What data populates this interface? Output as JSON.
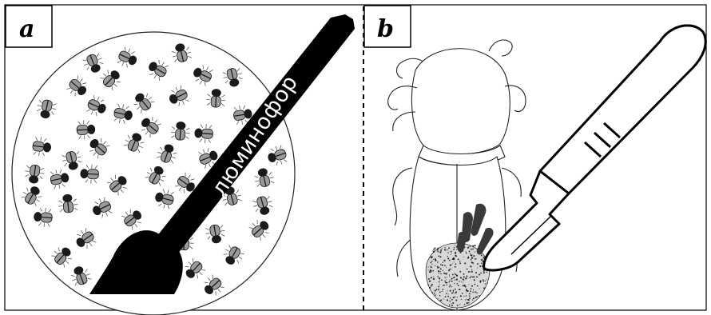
{
  "figure": {
    "panels": [
      {
        "id": "a",
        "label": "a",
        "brush_text": "люминофор"
      },
      {
        "id": "b",
        "label": "b"
      }
    ],
    "beetle_count": 52,
    "colors": {
      "ink": "#000000",
      "beetle_body": "#1a1a1a",
      "beetle_wing": "#9a9a9a",
      "background": "#ffffff",
      "scale_marks": "#3a3a3a"
    },
    "icons": {
      "panel_a_tool": "paint-brush-icon",
      "panel_b_tool": "scalpel-icon",
      "panel_b_subject": "beetle-outline-icon"
    }
  }
}
